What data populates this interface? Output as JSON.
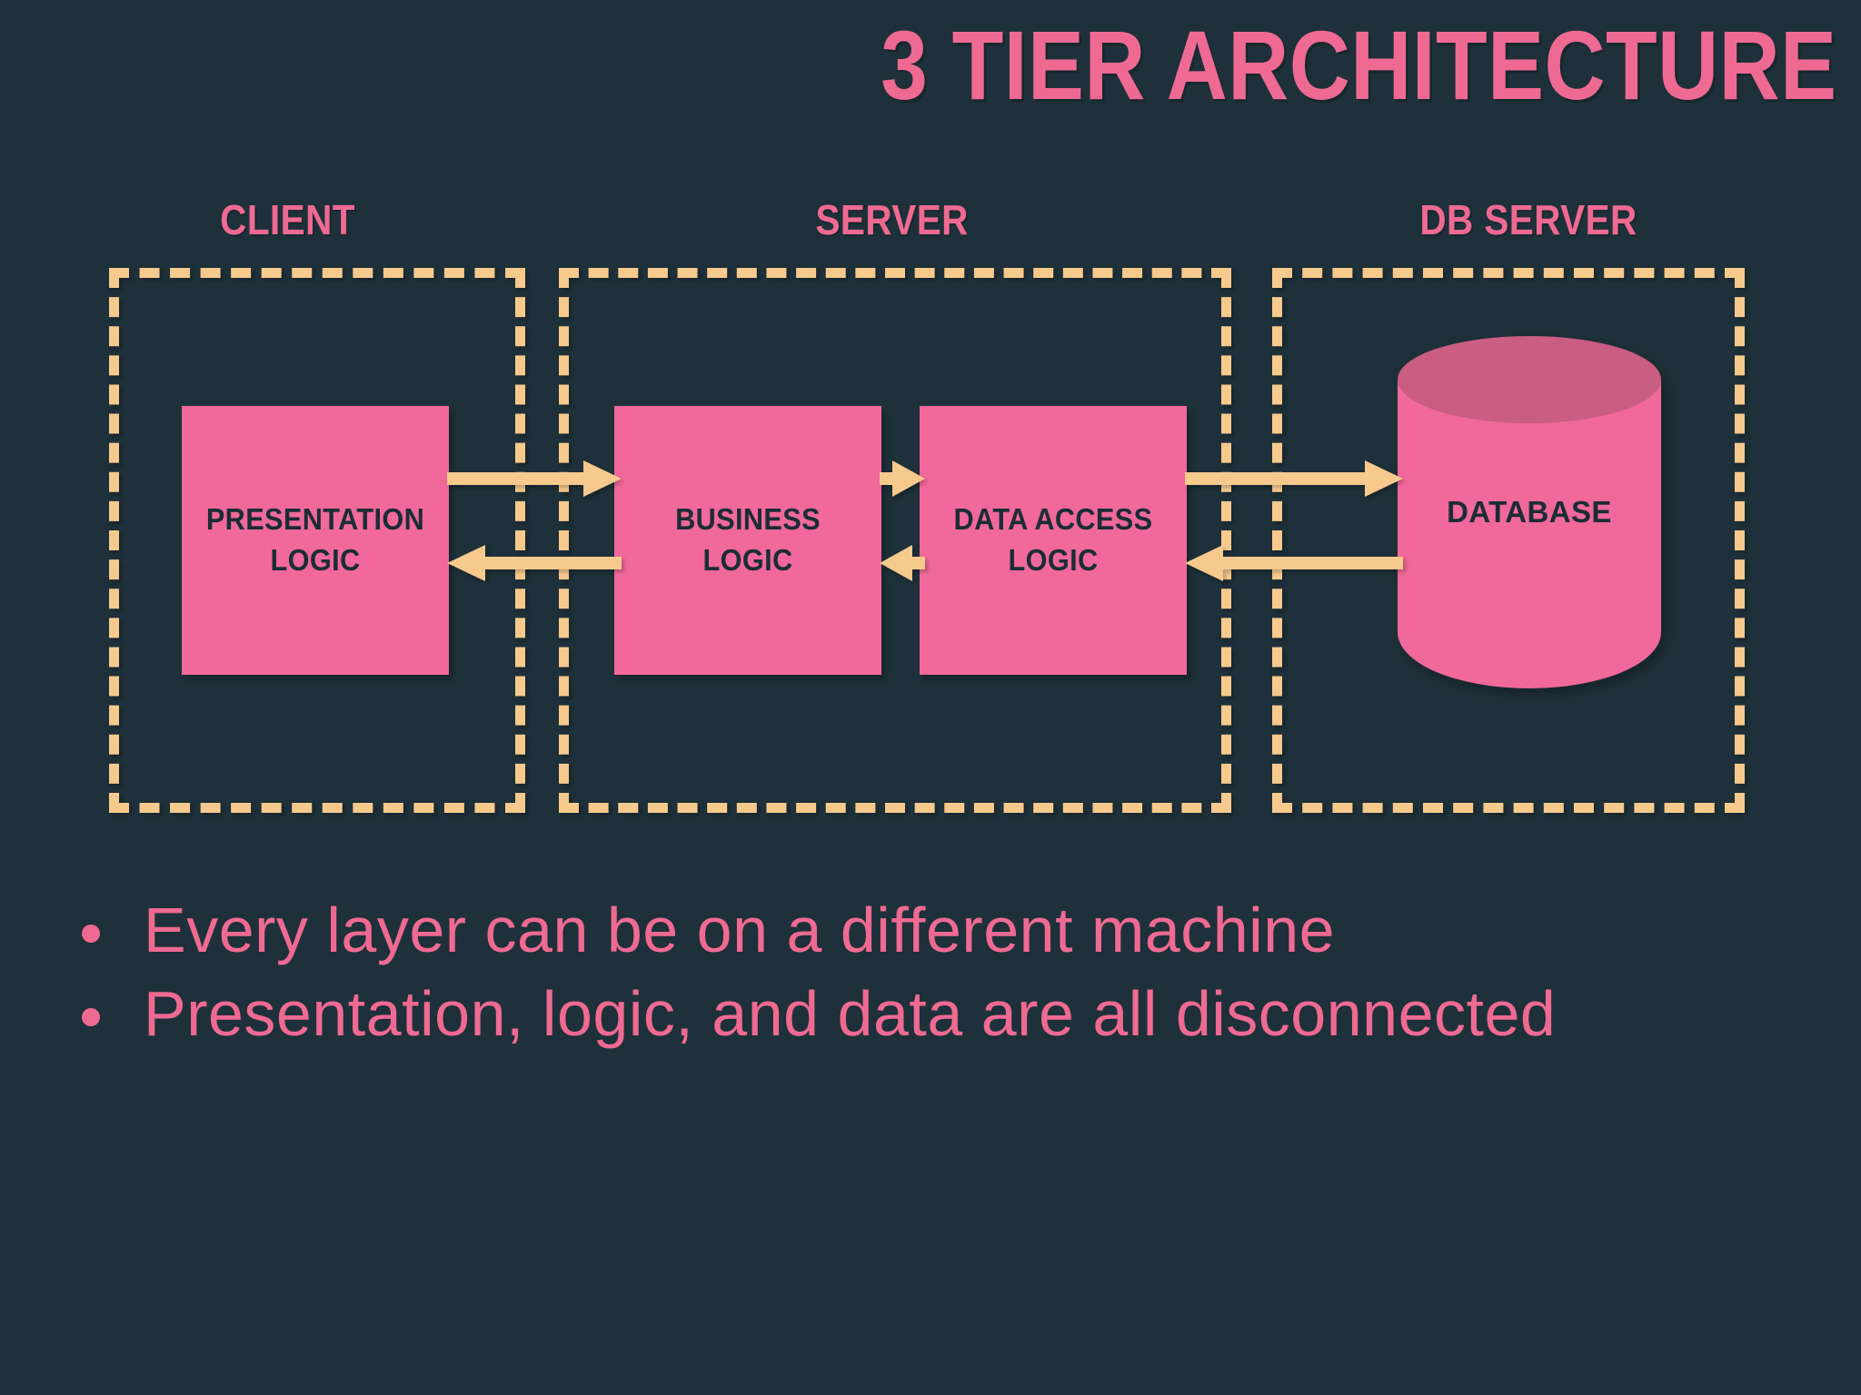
{
  "slide": {
    "title": "3 TIER ARCHITECTURE",
    "background_color": "#1e3039",
    "accent_pink": "#ef6a93",
    "box_pink": "#f0699a",
    "cylinder_top_pink": "#c95d82",
    "dashed_peach": "#f6c98d",
    "box_text_color": "#1b2c35"
  },
  "zones": [
    {
      "id": "client",
      "label": "CLIENT"
    },
    {
      "id": "server",
      "label": "SERVER"
    },
    {
      "id": "db_server",
      "label": "DB SERVER"
    }
  ],
  "components": [
    {
      "id": "presentation_logic",
      "label": "PRESENTATION LOGIC",
      "zone": "client",
      "shape": "rect"
    },
    {
      "id": "business_logic",
      "label": "BUSINESS LOGIC",
      "zone": "server",
      "shape": "rect"
    },
    {
      "id": "data_access_logic",
      "label": "DATA ACCESS LOGIC",
      "zone": "server",
      "shape": "rect"
    },
    {
      "id": "database",
      "label": "DATABASE",
      "zone": "db_server",
      "shape": "cylinder"
    }
  ],
  "connections": [
    {
      "id": "pres_to_bus",
      "from": "presentation_logic",
      "to": "business_logic",
      "direction": "right"
    },
    {
      "id": "bus_to_pres",
      "from": "business_logic",
      "to": "presentation_logic",
      "direction": "left"
    },
    {
      "id": "bus_to_data",
      "from": "business_logic",
      "to": "data_access_logic",
      "direction": "right"
    },
    {
      "id": "data_to_bus",
      "from": "data_access_logic",
      "to": "business_logic",
      "direction": "left"
    },
    {
      "id": "data_to_db",
      "from": "data_access_logic",
      "to": "database",
      "direction": "right"
    },
    {
      "id": "db_to_data",
      "from": "database",
      "to": "data_access_logic",
      "direction": "left"
    }
  ],
  "bullets": [
    "Every layer can be on a different machine",
    "Presentation, logic, and data are all disconnected"
  ]
}
